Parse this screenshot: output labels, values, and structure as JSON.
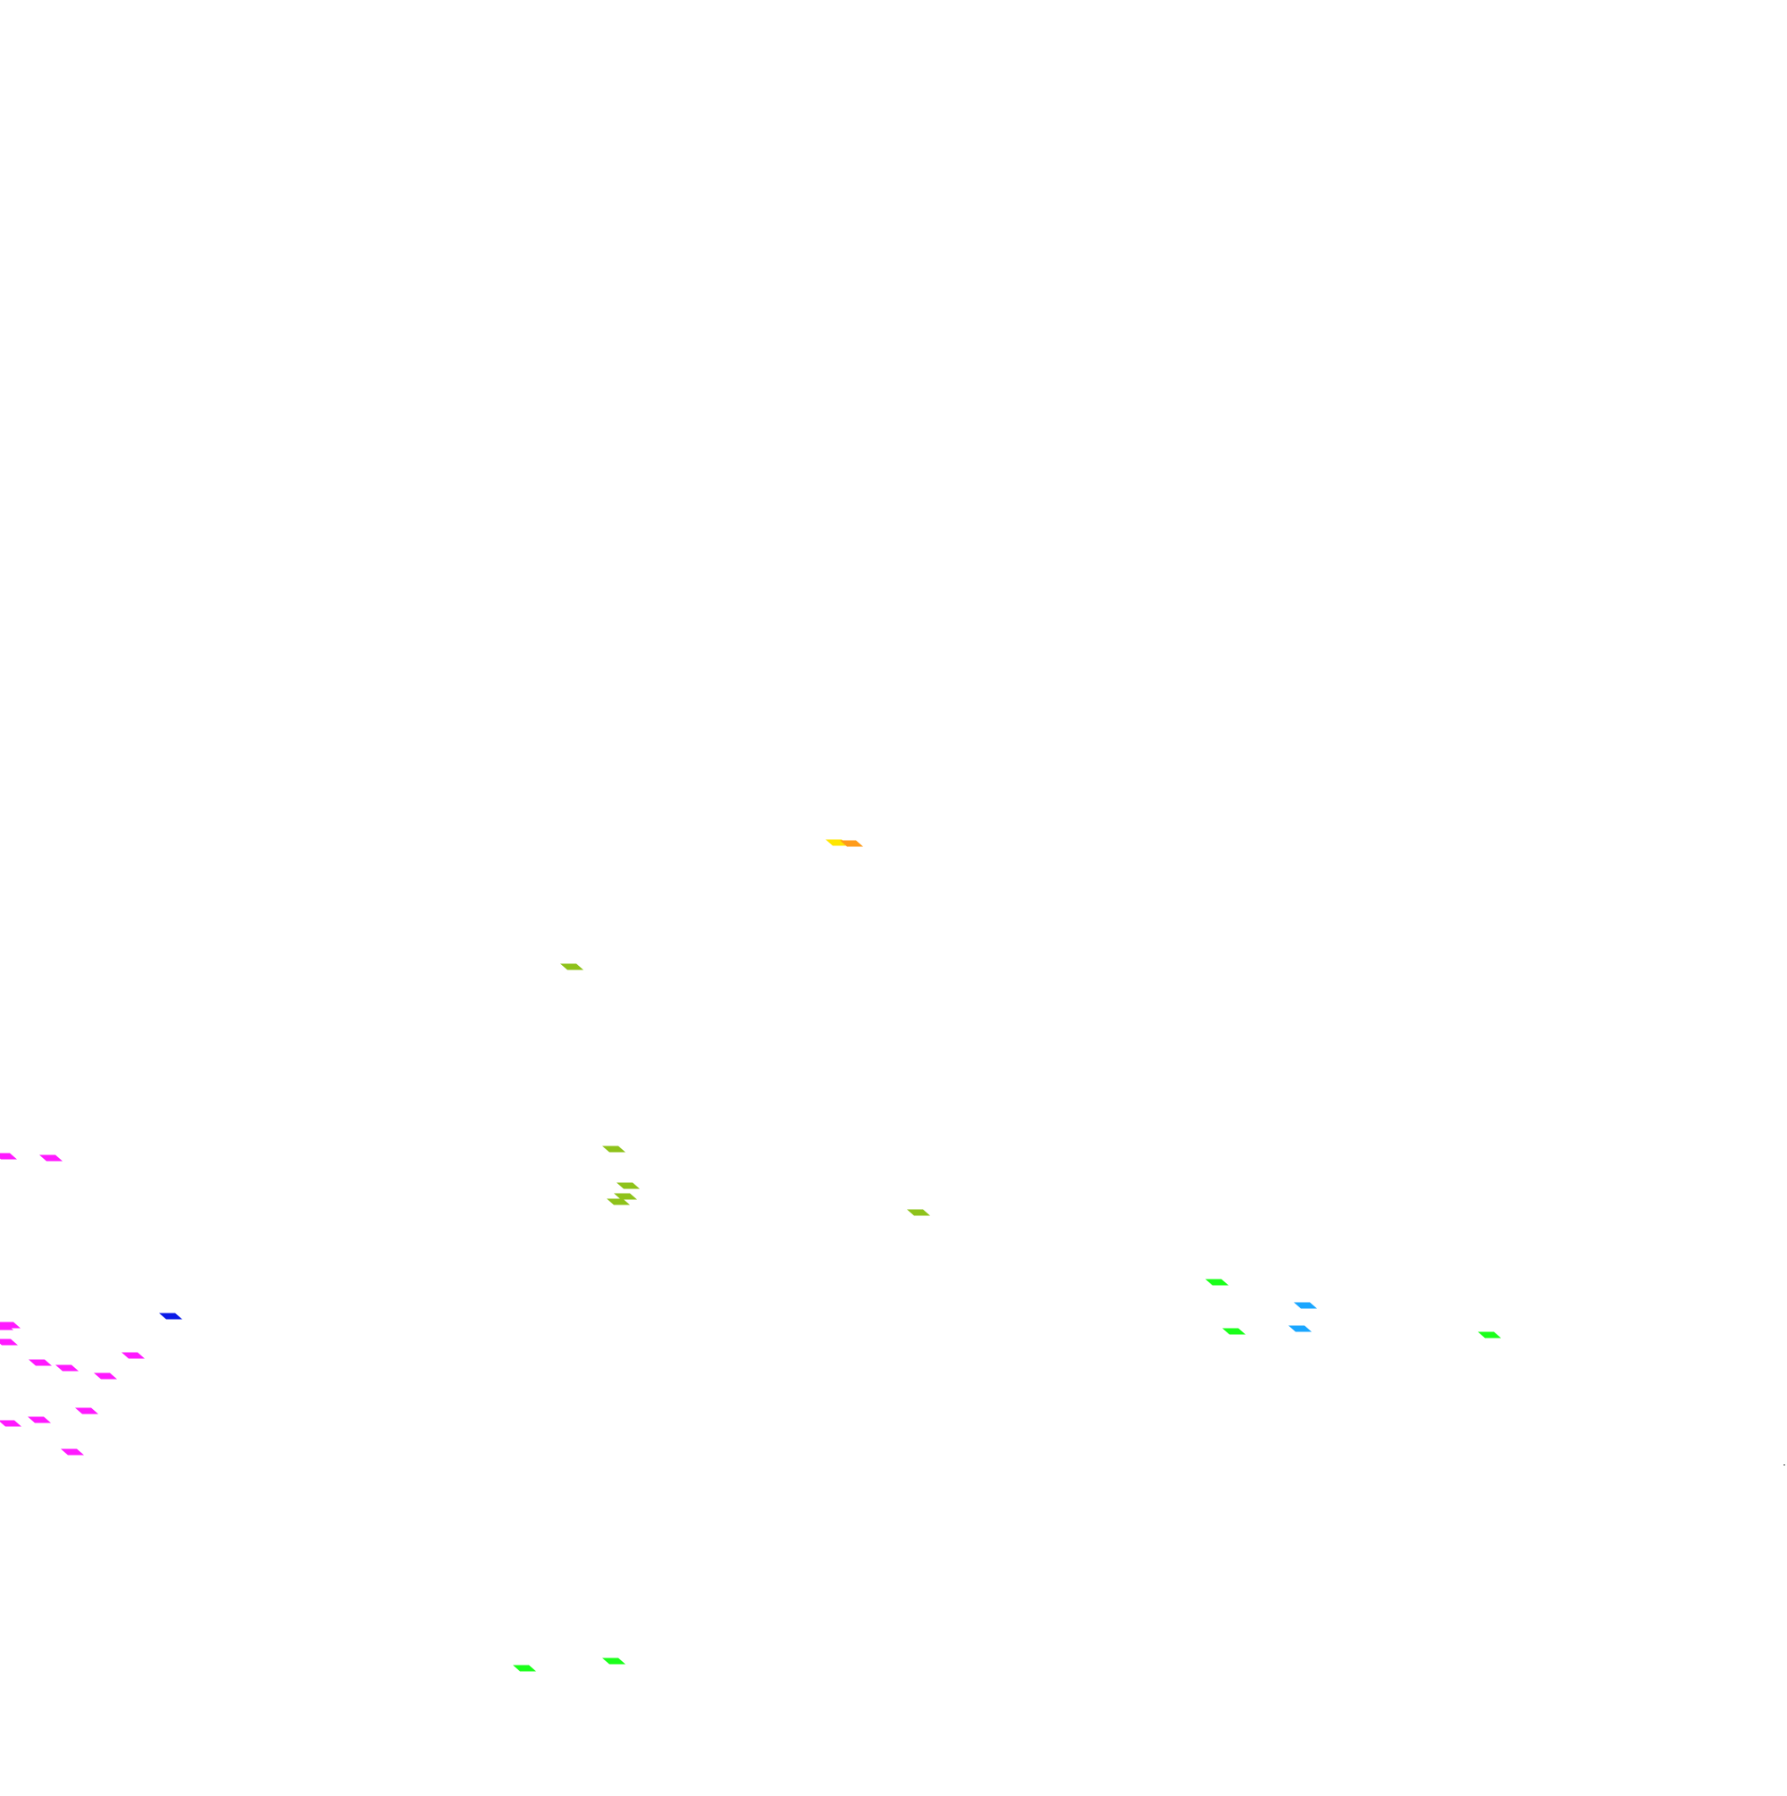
{
  "palette": {
    "yellow": "#ffe600",
    "orange": "#ff9b1a",
    "olive": "#8ec21a",
    "magenta": "#ff1aff",
    "blue": "#0a1ae6",
    "green": "#1aff1a",
    "sky": "#1aa6ff",
    "dark": "#444444"
  },
  "marker_groups": [
    {
      "name": "yellow",
      "color_key": "yellow",
      "count": 1
    },
    {
      "name": "orange",
      "color_key": "orange",
      "count": 1
    },
    {
      "name": "olive",
      "color_key": "olive",
      "count": 6
    },
    {
      "name": "magenta",
      "color_key": "magenta",
      "count": 13
    },
    {
      "name": "blue",
      "color_key": "blue",
      "count": 1
    },
    {
      "name": "green",
      "color_key": "green",
      "count": 6
    },
    {
      "name": "sky",
      "color_key": "sky",
      "count": 2
    },
    {
      "name": "dark",
      "color_key": "dark",
      "count": 1
    }
  ]
}
